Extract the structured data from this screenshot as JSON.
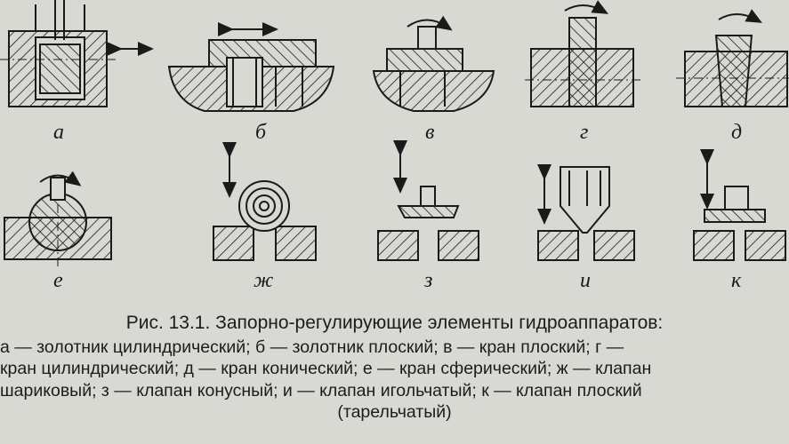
{
  "labels": {
    "a": "а",
    "b": "б",
    "v": "в",
    "g": "г",
    "d": "д",
    "e": "е",
    "zh": "ж",
    "z": "з",
    "i": "и",
    "k": "к"
  },
  "caption": {
    "title": "Рис. 13.1. Запорно-регулирующие элементы гидроаппаратов:",
    "line1": "а — золотник цилиндрический; б — золотник плоский; в — кран плоский; г —",
    "line2": "кран цилиндрический; д — кран конический; е — кран сферический; ж — клапан",
    "line3": "шариковый; з — клапан конусный; и — клапан игольчатый; к — клапан плоский",
    "line4": "(тарельчатый)"
  },
  "colors": {
    "ink": "#1a1a1a",
    "paper": "#d9d9d3"
  }
}
